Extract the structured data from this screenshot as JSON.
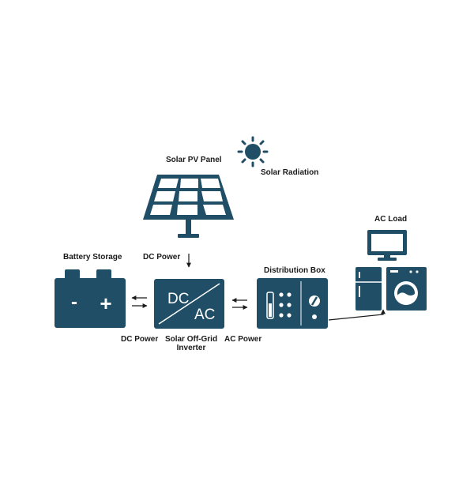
{
  "labels": {
    "solar_pv_panel": "Solar PV Panel",
    "solar_radiation": "Solar Radiation",
    "battery_storage": "Battery Storage",
    "dc_power_top": "DC Power",
    "distribution_box": "Distribution Box",
    "ac_load": "AC Load",
    "dc_power_bottom": "DC Power",
    "inverter_line1": "Solar Off-Grid",
    "inverter_line2": "Inverter",
    "ac_power": "AC Power",
    "inverter_dc": "DC",
    "inverter_ac": "AC",
    "battery_minus": "-",
    "battery_plus": "+"
  },
  "colors": {
    "primary": "#1f4e66",
    "text": "#1a1a1a",
    "background": "#ffffff"
  },
  "icons": [
    "sun-icon",
    "solar-panel-icon",
    "battery-icon",
    "inverter-icon",
    "distribution-box-icon",
    "monitor-icon",
    "refrigerator-icon",
    "washing-machine-icon"
  ]
}
